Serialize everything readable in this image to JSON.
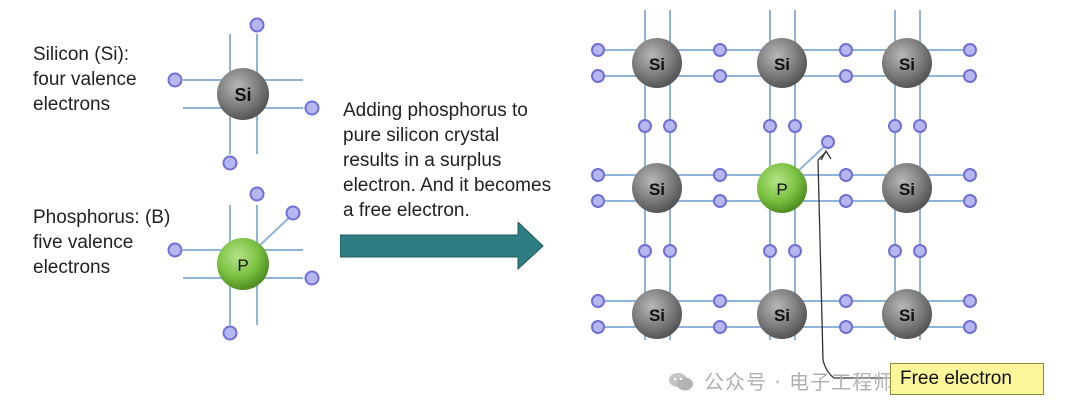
{
  "labels": {
    "silicon_desc": "Silicon (Si):\nfour valence\nelectrons",
    "phosphorus_desc": "Phosphorus: (B)\nfive valence\nelectrons",
    "explanation": "Adding phosphorus to\npure silicon crystal\nresults in a surplus\nelectron. And it becomes\na free electron.",
    "free_electron_callout": "Free electron",
    "watermark": "公众号 · 电子工程师笔记"
  },
  "atoms": {
    "si_symbol": "Si",
    "p_symbol": "P"
  },
  "colors": {
    "bond_line": "#8fb4d9",
    "electron_fill": "#b7b7f0",
    "electron_stroke": "#6f6fd6",
    "si_atom": "#7a7a7a",
    "p_atom": "#7cc242",
    "arrow": "#2e7d82",
    "callout_bg": "#fbf69a"
  },
  "icons": {
    "arrow": "right-arrow-icon",
    "watermark_logo": "wechat-icon"
  }
}
